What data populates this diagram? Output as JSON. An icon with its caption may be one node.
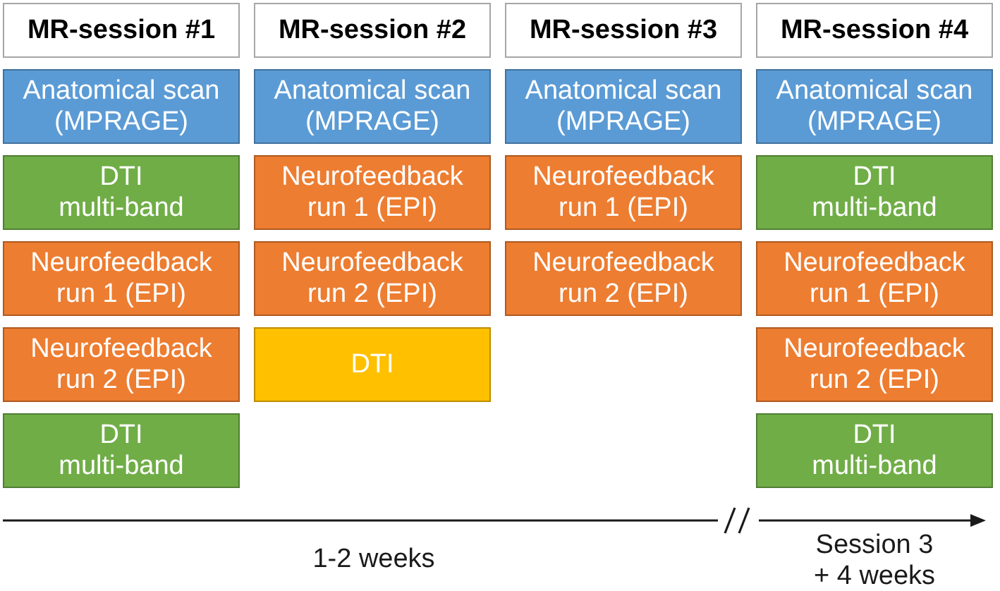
{
  "diagram": {
    "nodes": [
      {
        "text": [
          "MR-session #1"
        ]
      },
      {
        "text": [
          "Anatomical scan (MPRAGE)"
        ]
      },
      {
        "text": [
          "DTI multi-band"
        ]
      },
      {
        "text": [
          "Neurofeedback run 1 (EPI)"
        ]
      },
      {
        "text": [
          "Neurofeedback run 2 (EPI)"
        ]
      },
      {
        "text": [
          "DTI multi-band"
        ]
      },
      {
        "text": [
          "MR-session #2"
        ]
      },
      {
        "text": [
          "Anatomical scan (MPRAGE)"
        ]
      },
      {
        "text": [
          "Neurofeedback run 1 (EPI)"
        ]
      },
      {
        "text": [
          "Neurofeedback run 2 (EPI)"
        ]
      },
      {
        "text": [
          "DTI"
        ]
      },
      {
        "text": [
          "MR-session #3"
        ]
      },
      {
        "text": [
          "Anatomical scan (MPRAGE)"
        ]
      },
      {
        "text": [
          "Neurofeedback run 1 (EPI)"
        ]
      },
      {
        "text": [
          "Neurofeedback run 2 (EPI)"
        ]
      },
      {
        "text": [
          "MR-session #4"
        ]
      },
      {
        "text": [
          "Anatomical scan (MPRAGE)"
        ]
      },
      {
        "text": [
          "DTI multi-band"
        ]
      },
      {
        "text": [
          "Neurofeedback run 1 (EPI)"
        ]
      },
      {
        "text": [
          "Neurofeedback run 2 (EPI)"
        ]
      },
      {
        "text": [
          "DTI multi-band"
        ]
      }
    ],
    "labels": [
      "1-2 weeks",
      "Session 3 + 4 weeks"
    ]
  }
}
